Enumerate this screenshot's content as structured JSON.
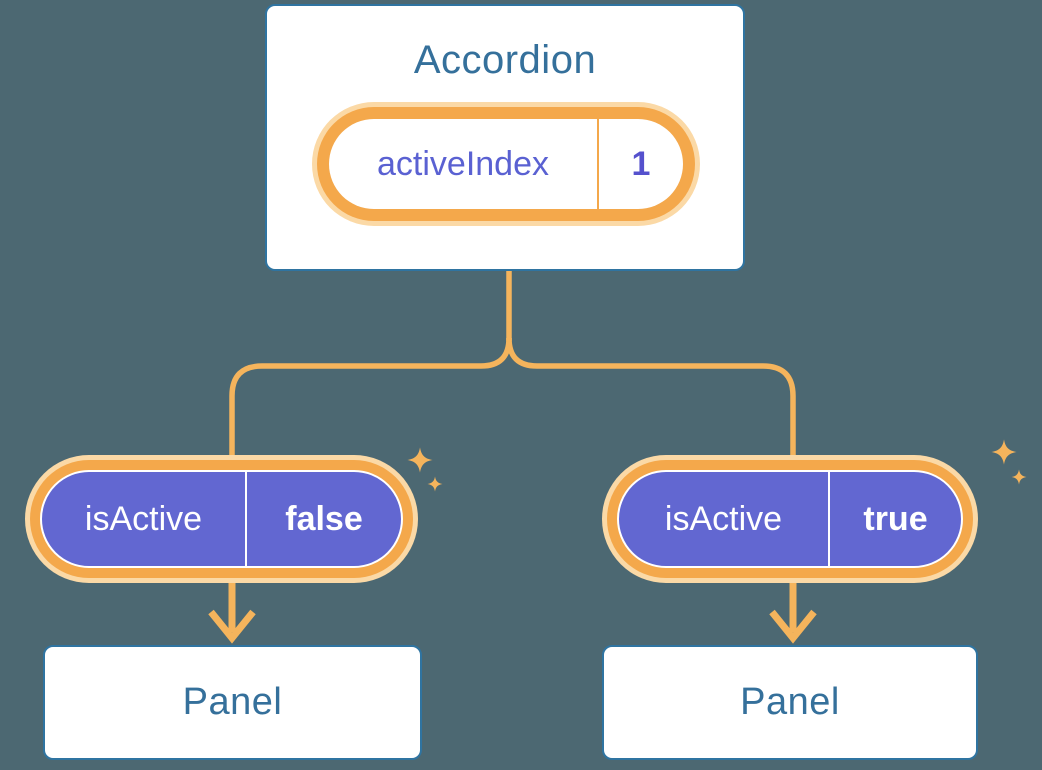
{
  "theme": {
    "bg": "#4C6872",
    "card-bg": "#FFFFFF",
    "card-border": "#2F74A1",
    "heading-text": "#35709B",
    "line-orange": "#F5B45C",
    "ring-orange": "#F4A84B",
    "glow-cream": "#FBD9A6",
    "pill-purple": "#6267D1",
    "label-purple": "#5A61D2",
    "value-purple": "#5551CD",
    "white": "#FFFFFF"
  },
  "accordion": {
    "title": "Accordion",
    "state": {
      "label": "activeIndex",
      "value": "1"
    }
  },
  "children": [
    {
      "prop": {
        "label": "isActive",
        "value": "false"
      },
      "panel": {
        "title": "Panel"
      }
    },
    {
      "prop": {
        "label": "isActive",
        "value": "true"
      },
      "panel": {
        "title": "Panel"
      }
    }
  ],
  "icons": {
    "sparkle": "sparkle-icon"
  }
}
